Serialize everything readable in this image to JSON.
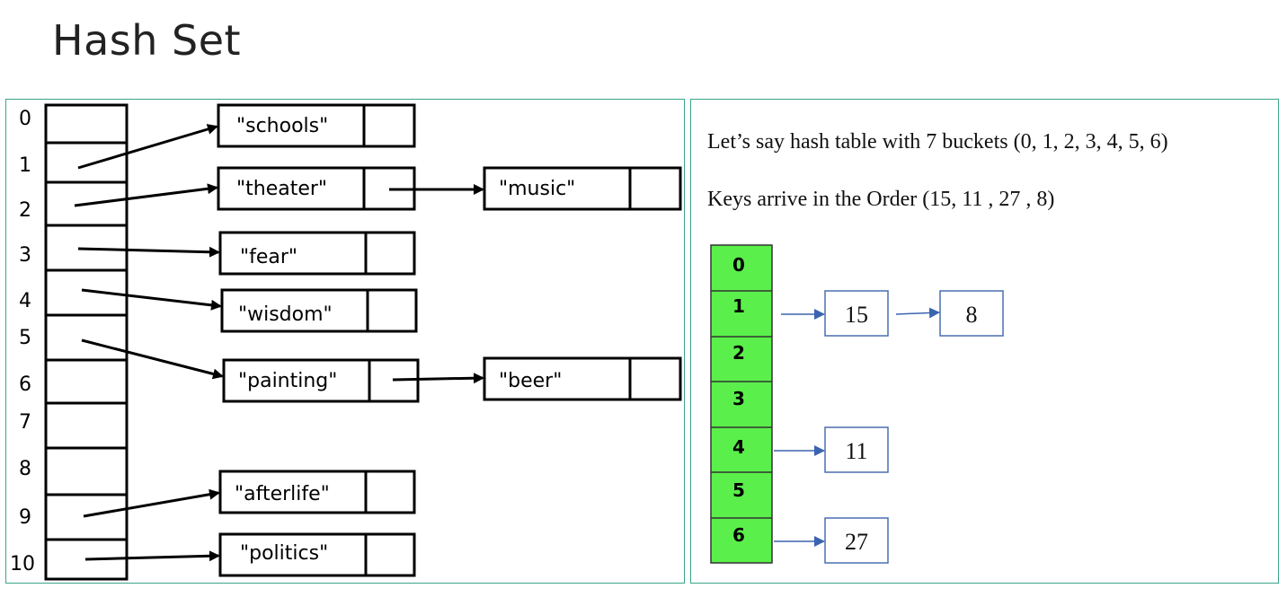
{
  "title": "Hash Set",
  "left": {
    "indices": [
      "0",
      "1",
      "2",
      "3",
      "4",
      "5",
      "6",
      "7",
      "8",
      "9",
      "10"
    ],
    "chains": [
      {
        "from": "1",
        "items": [
          "\"schools\""
        ]
      },
      {
        "from": "2",
        "items": [
          "\"theater\"",
          "\"music\""
        ]
      },
      {
        "from": "3",
        "items": [
          "\"fear\""
        ]
      },
      {
        "from": "4",
        "items": [
          "\"wisdom\""
        ]
      },
      {
        "from": "5",
        "items": [
          "\"painting\"",
          "\"beer\""
        ]
      },
      {
        "from": "9",
        "items": [
          "\"afterlife\""
        ]
      },
      {
        "from": "10",
        "items": [
          "\"politics\""
        ]
      }
    ]
  },
  "right": {
    "line1": "Let’s say hash table with 7 buckets (0, 1, 2, 3, 4, 5, 6)",
    "line2": "Keys arrive in the Order (15, 11 , 27 , 8)",
    "buckets": [
      "0",
      "1",
      "2",
      "3",
      "4",
      "5",
      "6"
    ],
    "chains": [
      {
        "bucket": "1",
        "items": [
          "15",
          "8"
        ]
      },
      {
        "bucket": "4",
        "items": [
          "11"
        ]
      },
      {
        "bucket": "6",
        "items": [
          "27"
        ]
      }
    ],
    "bucket_color": "#5bef4b",
    "arrow_color": "#3b64b0",
    "box_border": "#4a6fb0"
  }
}
